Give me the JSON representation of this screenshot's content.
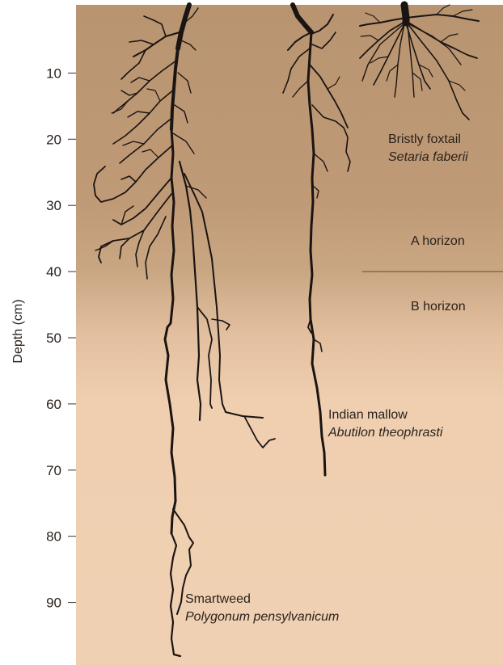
{
  "axis": {
    "label": "Depth (cm)",
    "ticks": [
      10,
      20,
      30,
      40,
      50,
      60,
      70,
      80,
      90
    ],
    "range": [
      0,
      98
    ]
  },
  "horizons": {
    "a_label": "A horizon",
    "b_label": "B horizon",
    "boundary_depth": 40
  },
  "plants": [
    {
      "common": "Bristly foxtail",
      "scientific": "Setaria faberii",
      "max_depth": 17
    },
    {
      "common": "Indian mallow",
      "scientific": "Abutilon theophrasti",
      "max_depth": 71
    },
    {
      "common": "Smartweed",
      "scientific": "Polygonum pensylvanicum",
      "max_depth": 98
    }
  ],
  "colors": {
    "soil_top": "#b89470",
    "soil_a_lower": "#c4a07c",
    "soil_b": "#efcfb0",
    "roots": "#1a1412",
    "text": "#2a221d"
  }
}
